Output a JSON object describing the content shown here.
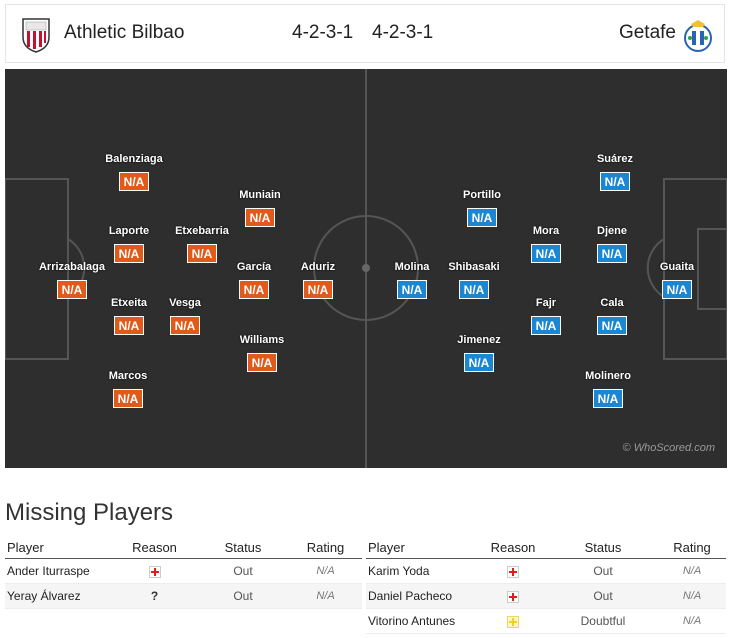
{
  "header": {
    "home_team": "Athletic Bilbao",
    "home_formation": "4-2-3-1",
    "away_formation": "4-2-3-1",
    "away_team": "Getafe",
    "home_crest_icon": "athletic-bilbao-crest-icon",
    "away_crest_icon": "getafe-crest-icon"
  },
  "colors": {
    "home_badge": "#e05a1b",
    "away_badge": "#1c86d0",
    "pitch": "#2e2e2e"
  },
  "pitch": {
    "watermark": "© WhoScored.com",
    "home_players": [
      {
        "name": "Balenziaga",
        "rating": "N/A"
      },
      {
        "name": "Laporte",
        "rating": "N/A"
      },
      {
        "name": "Etxebarria",
        "rating": "N/A"
      },
      {
        "name": "Muniain",
        "rating": "N/A"
      },
      {
        "name": "Arrizabalaga",
        "rating": "N/A"
      },
      {
        "name": "García",
        "rating": "N/A"
      },
      {
        "name": "Aduriz",
        "rating": "N/A"
      },
      {
        "name": "Etxeita",
        "rating": "N/A"
      },
      {
        "name": "Vesga",
        "rating": "N/A"
      },
      {
        "name": "Williams",
        "rating": "N/A"
      },
      {
        "name": "Marcos",
        "rating": "N/A"
      }
    ],
    "away_players": [
      {
        "name": "Suárez",
        "rating": "N/A"
      },
      {
        "name": "Portillo",
        "rating": "N/A"
      },
      {
        "name": "Mora",
        "rating": "N/A"
      },
      {
        "name": "Djene",
        "rating": "N/A"
      },
      {
        "name": "Molina",
        "rating": "N/A"
      },
      {
        "name": "Shibasaki",
        "rating": "N/A"
      },
      {
        "name": "Guaita",
        "rating": "N/A"
      },
      {
        "name": "Fajr",
        "rating": "N/A"
      },
      {
        "name": "Cala",
        "rating": "N/A"
      },
      {
        "name": "Jimenez",
        "rating": "N/A"
      },
      {
        "name": "Molinero",
        "rating": "N/A"
      }
    ]
  },
  "missing": {
    "title": "Missing Players",
    "columns": [
      "Player",
      "Reason",
      "Status",
      "Rating"
    ],
    "home": [
      {
        "player": "Ander Iturraspe",
        "reason_icon": "injury-icon",
        "status": "Out",
        "rating": "N/A"
      },
      {
        "player": "Yeray Álvarez",
        "reason_icon": "unknown-icon",
        "reason_text": "?",
        "status": "Out",
        "rating": "N/A"
      }
    ],
    "away": [
      {
        "player": "Karim Yoda",
        "reason_icon": "injury-icon",
        "status": "Out",
        "rating": "N/A"
      },
      {
        "player": "Daniel Pacheco",
        "reason_icon": "injury-icon",
        "status": "Out",
        "rating": "N/A"
      },
      {
        "player": "Vitorino Antunes",
        "reason_icon": "doubtful-icon",
        "status": "Doubtful",
        "rating": "N/A"
      }
    ]
  }
}
